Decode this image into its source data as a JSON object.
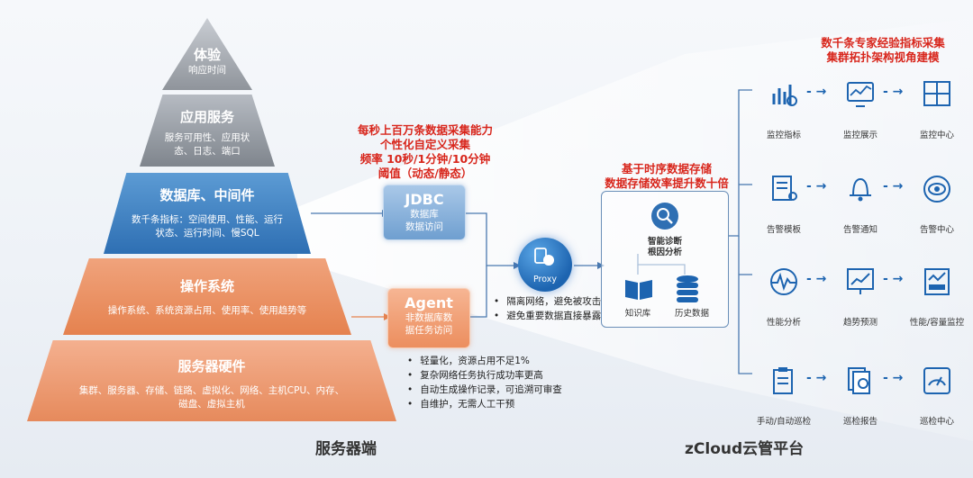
{
  "pyramid": {
    "experience": {
      "title": "体验",
      "desc": "响应时间"
    },
    "app_service": {
      "title": "应用服务",
      "desc": [
        "服务可用性、应用状",
        "态、日志、端口"
      ]
    },
    "database": {
      "title": "数据库、中间件",
      "desc": [
        "数千条指标：空间使用、性能、运行",
        "状态、运行时间、慢SQL"
      ]
    },
    "os": {
      "title": "操作系统",
      "desc": "操作系统、系统资源占用、使用率、使用趋势等"
    },
    "hardware": {
      "title": "服务器硬件",
      "desc": [
        "集群、服务器、存储、链路、虚拟化、网络、主机CPU、内存、",
        "磁盘、虚拟主机"
      ]
    }
  },
  "jdbc_note": [
    "每秒上百万条数据采集能力",
    "个性化自定义采集",
    "频率 10秒/1分钟/10分钟",
    "阈值（动态/静态）"
  ],
  "jdbc": {
    "title": "JDBC",
    "desc": [
      "数据库",
      "数据访问"
    ]
  },
  "agent": {
    "title": "Agent",
    "desc": [
      "非数据库数",
      "据任务访问"
    ]
  },
  "proxy": {
    "label": "Proxy",
    "bullets": [
      "隔离网络，避免被攻击",
      "避免重要数据直接暴露"
    ]
  },
  "agent_bullets": [
    "轻量化，资源占用不足1%",
    "复杂网络任务执行成功率更高",
    "自动生成操作记录，可追溯可审查",
    "自维护，无需人工干预"
  ],
  "storage_note": [
    "基于时序数据存储",
    "数据存储效率提升数十倍"
  ],
  "storage": {
    "diag": [
      "智能诊断",
      "根因分析"
    ],
    "knowledge": "知识库",
    "history": "历史数据"
  },
  "platform_note": [
    "数千条专家经验指标采集",
    "集群拓扑架构视角建模"
  ],
  "flows": [
    [
      "监控指标",
      "监控展示",
      "监控中心"
    ],
    [
      "告警模板",
      "告警通知",
      "告警中心"
    ],
    [
      "性能分析",
      "趋势预测",
      "性能/容量监控"
    ],
    [
      "手动/自动巡检",
      "巡检报告",
      "巡检中心"
    ]
  ],
  "footer": {
    "left": "服务器端",
    "right": "zCloud云管平台"
  },
  "colors": {
    "blue": "#2e6fb3",
    "orange": "#e5824f",
    "red": "#d8261c",
    "gray": "#8f949b"
  }
}
